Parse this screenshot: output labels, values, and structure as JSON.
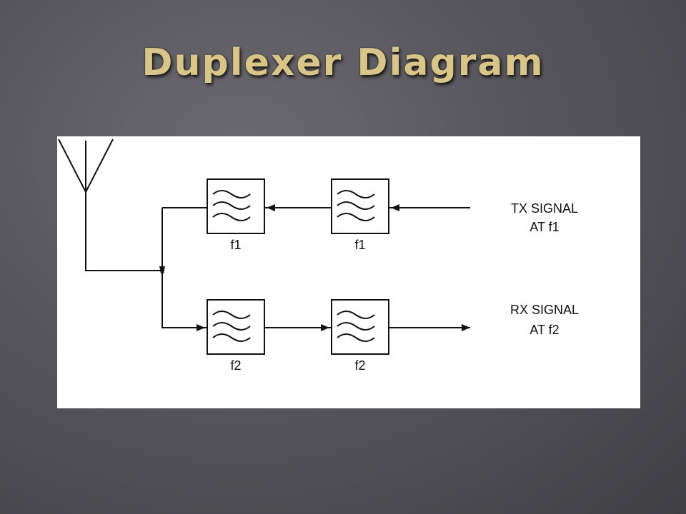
{
  "slide": {
    "title": "Duplexer Diagram"
  },
  "diagram": {
    "filters": {
      "tx_filter_1": "f1",
      "tx_filter_2": "f1",
      "rx_filter_1": "f2",
      "rx_filter_2": "f2"
    },
    "signals": {
      "tx_line1": "TX SIGNAL",
      "tx_line2": "AT f1",
      "rx_line1": "RX SIGNAL",
      "rx_line2": "AT f2"
    },
    "icons": [
      "antenna-icon",
      "filter-icon",
      "arrow-icon",
      "junction-dot"
    ],
    "colors": {
      "background": "#56565c",
      "title": "#d8c587",
      "panel": "#ffffff",
      "line": "#111111"
    }
  }
}
